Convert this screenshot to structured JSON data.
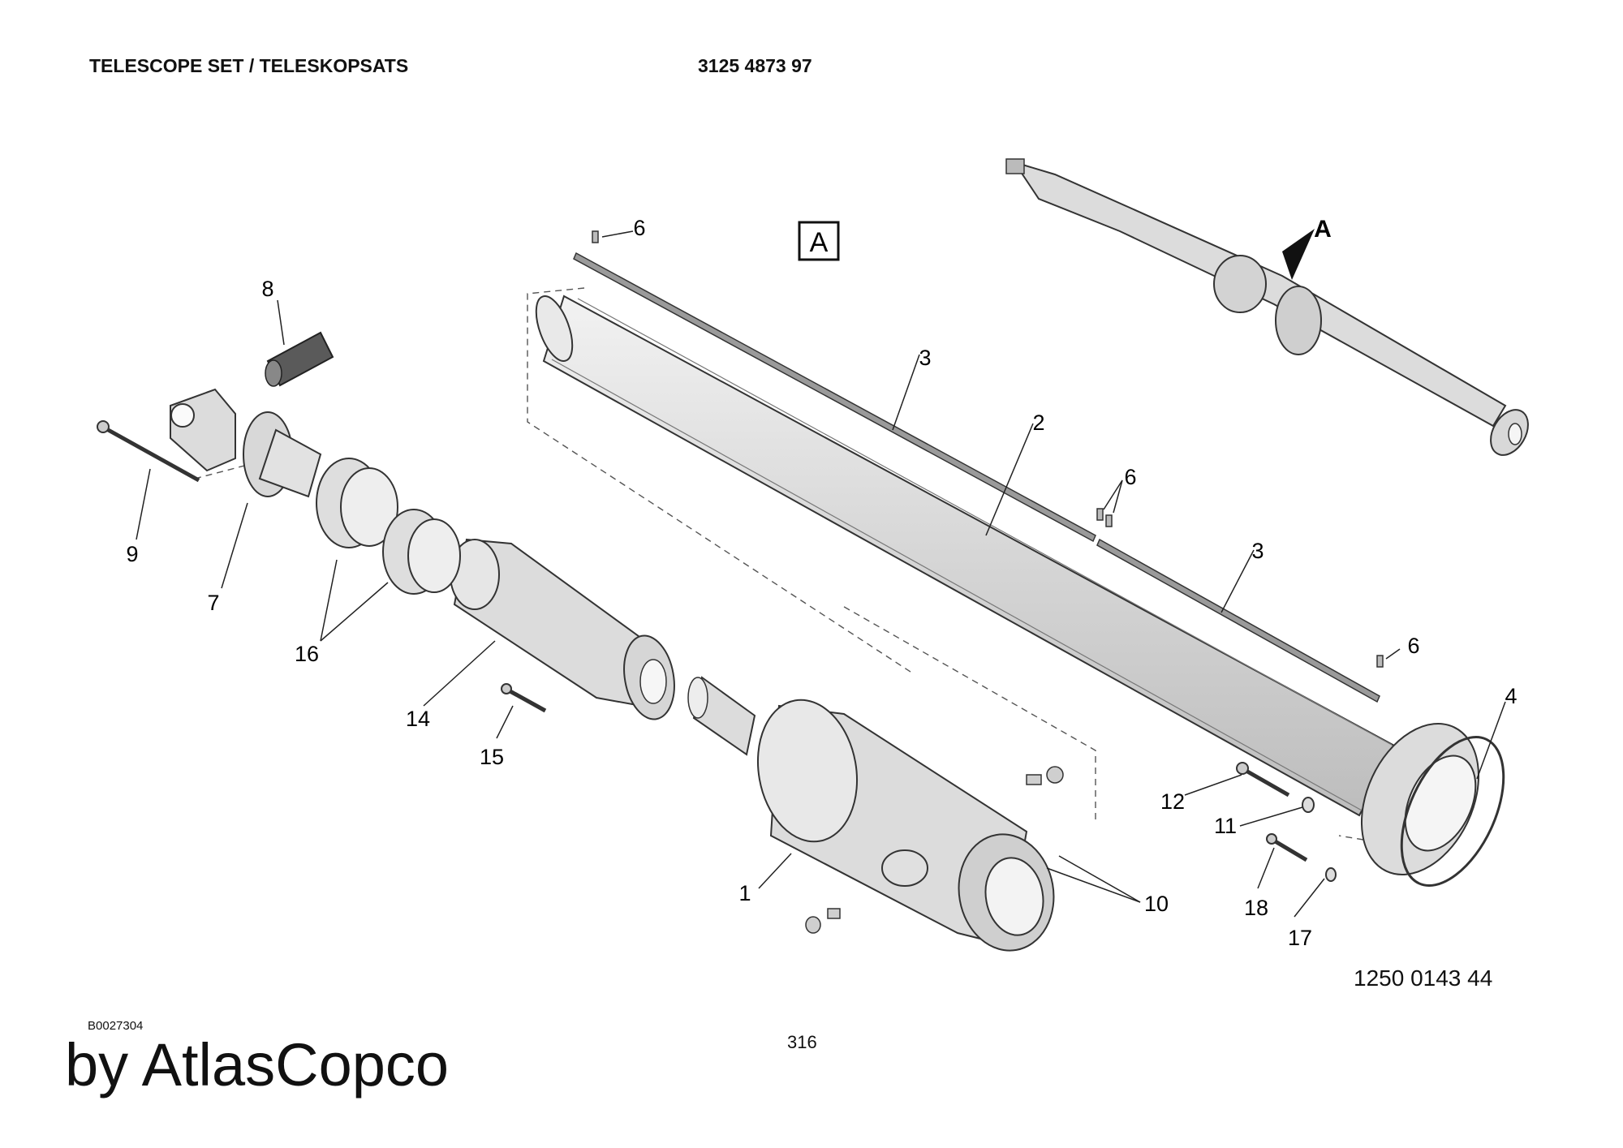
{
  "header": {
    "title": "TELESCOPE SET / TELESKOPSATS",
    "part_number": "3125 4873 97"
  },
  "view_label": "A",
  "detail_arrow_label": "A",
  "callouts": [
    "1",
    "2",
    "3",
    "3",
    "4",
    "6",
    "6",
    "6",
    "7",
    "8",
    "9",
    "10",
    "11",
    "12",
    "14",
    "15",
    "16",
    "17",
    "18"
  ],
  "footer": {
    "image_code": "B0027304",
    "page_number": "316",
    "drawing_number": "1250 0143 44",
    "brand": "by AtlasCopco"
  },
  "colors": {
    "part_fill": "#dcdcdc",
    "part_stroke": "#333333",
    "dark_part": "#5a5a5a"
  }
}
